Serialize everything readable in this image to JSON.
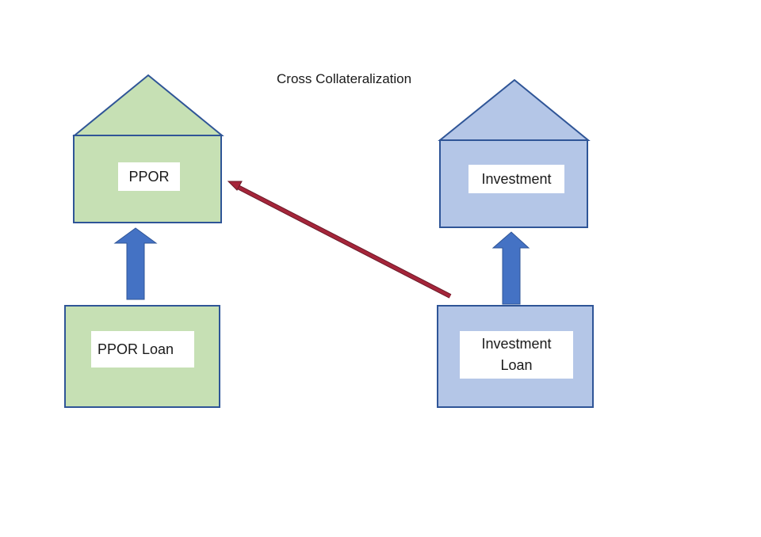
{
  "title": "Cross Collateralization",
  "nodes": {
    "ppor": {
      "label": "PPOR"
    },
    "investment": {
      "label": "Investment"
    },
    "ppor_loan": {
      "label": "PPOR Loan"
    },
    "investment_loan": {
      "label": "Investment Loan"
    }
  },
  "colors": {
    "green_fill": "#c6e0b4",
    "blue_fill": "#b4c6e7",
    "outline": "#2f5597",
    "up_arrow": "#4472c4",
    "cross_arrow": "#a5253a",
    "cross_arrow_edge": "#6b1a28"
  }
}
